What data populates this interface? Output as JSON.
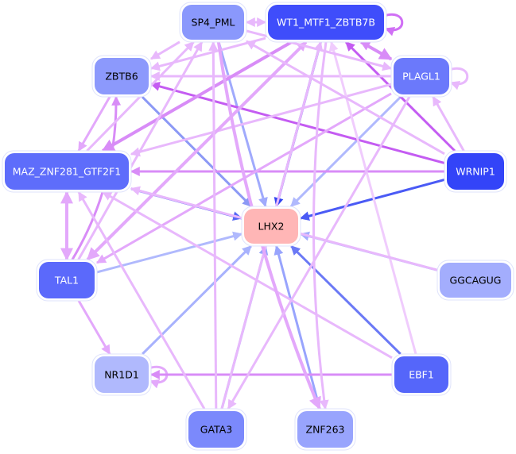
{
  "graph": {
    "title": "Regulatory network",
    "colors": {
      "target": "#ffb6b6",
      "edge_regulates_target": "blue-scale",
      "edge_between_regulators": "violet-scale"
    },
    "nodes": [
      {
        "id": "SP4_PML",
        "label": "SP4_PML",
        "fill": "#8a98fc",
        "text": "#000000"
      },
      {
        "id": "WT1_MTF1_ZBTB7B",
        "label": "WT1_MTF1_ZBTB7B",
        "fill": "#3f4dfb",
        "text": "#ffffff"
      },
      {
        "id": "ZBTB6",
        "label": "ZBTB6",
        "fill": "#8c99fc",
        "text": "#000000"
      },
      {
        "id": "PLAGL1",
        "label": "PLAGL1",
        "fill": "#6b79fb",
        "text": "#ffffff"
      },
      {
        "id": "MAZ_ZNF281_GTF2F1",
        "label": "MAZ_ZNF281_GTF2F1",
        "fill": "#5e6dfb",
        "text": "#ffffff"
      },
      {
        "id": "WRNIP1",
        "label": "WRNIP1",
        "fill": "#3344f8",
        "text": "#ffffff"
      },
      {
        "id": "LHX2",
        "label": "LHX2",
        "fill": "#ffb6b6",
        "text": "#000000"
      },
      {
        "id": "TAL1",
        "label": "TAL1",
        "fill": "#5b69fb",
        "text": "#ffffff"
      },
      {
        "id": "GGCAGUG",
        "label": "GGCAGUG",
        "fill": "#a3adfd",
        "text": "#000000"
      },
      {
        "id": "NR1D1",
        "label": "NR1D1",
        "fill": "#b0b9fd",
        "text": "#000000"
      },
      {
        "id": "EBF1",
        "label": "EBF1",
        "fill": "#5566fa",
        "text": "#ffffff"
      },
      {
        "id": "GATA3",
        "label": "GATA3",
        "fill": "#7b89fc",
        "text": "#000000"
      },
      {
        "id": "ZNF263",
        "label": "ZNF263",
        "fill": "#98a4fd",
        "text": "#000000"
      }
    ],
    "edges": [
      {
        "from": "WT1_MTF1_ZBTB7B",
        "to": "LHX2",
        "color": "#3344f0",
        "weight": 3
      },
      {
        "from": "SP4_PML",
        "to": "LHX2",
        "color": "#a0aafc",
        "weight": 3
      },
      {
        "from": "ZBTB6",
        "to": "LHX2",
        "color": "#8c99f5",
        "weight": 3
      },
      {
        "from": "PLAGL1",
        "to": "LHX2",
        "color": "#b0b9fd",
        "weight": 3
      },
      {
        "from": "MAZ_ZNF281_GTF2F1",
        "to": "LHX2",
        "color": "#5566f5",
        "weight": 3
      },
      {
        "from": "WRNIP1",
        "to": "LHX2",
        "color": "#4a5af5",
        "weight": 3
      },
      {
        "from": "TAL1",
        "to": "LHX2",
        "color": "#b0b9fd",
        "weight": 3
      },
      {
        "from": "GGCAGUG",
        "to": "LHX2",
        "color": "#a3adfd",
        "weight": 3
      },
      {
        "from": "NR1D1",
        "to": "LHX2",
        "color": "#a8b2fd",
        "weight": 3
      },
      {
        "from": "EBF1",
        "to": "LHX2",
        "color": "#6b79f5",
        "weight": 3
      },
      {
        "from": "GATA3",
        "to": "LHX2",
        "color": "#98a4fd",
        "weight": 3
      },
      {
        "from": "ZNF263",
        "to": "LHX2",
        "color": "#98a4fd",
        "weight": 3
      },
      {
        "from": "WT1_MTF1_ZBTB7B",
        "to": "WT1_MTF1_ZBTB7B",
        "color": "#d070f5",
        "weight": 3,
        "self": true
      },
      {
        "from": "PLAGL1",
        "to": "PLAGL1",
        "color": "#e8b8fc",
        "weight": 3,
        "self": true
      },
      {
        "from": "NR1D1",
        "to": "NR1D1",
        "color": "#e3a8fb",
        "weight": 3,
        "self": true
      },
      {
        "from": "WT1_MTF1_ZBTB7B",
        "to": "SP4_PML",
        "color": "#e8b8fc",
        "weight": 3
      },
      {
        "from": "SP4_PML",
        "to": "WT1_MTF1_ZBTB7B",
        "color": "#e8b8fc",
        "weight": 3
      },
      {
        "from": "WRNIP1",
        "to": "WT1_MTF1_ZBTB7B",
        "color": "#c45cf2",
        "weight": 3
      },
      {
        "from": "WT1_MTF1_ZBTB7B",
        "to": "PLAGL1",
        "color": "#d88cf7",
        "weight": 4
      },
      {
        "from": "PLAGL1",
        "to": "WT1_MTF1_ZBTB7B",
        "color": "#d88cf7",
        "weight": 3
      },
      {
        "from": "WRNIP1",
        "to": "ZBTB6",
        "color": "#c45cf2",
        "weight": 3
      },
      {
        "from": "PLAGL1",
        "to": "ZBTB6",
        "color": "#e8b8fc",
        "weight": 3
      },
      {
        "from": "PLAGL1",
        "to": "MAZ_ZNF281_GTF2F1",
        "color": "#e8b8fc",
        "weight": 3
      },
      {
        "from": "WRNIP1",
        "to": "MAZ_ZNF281_GTF2F1",
        "color": "#d88cf7",
        "weight": 3
      },
      {
        "from": "WRNIP1",
        "to": "PLAGL1",
        "color": "#e8b8fc",
        "weight": 3
      },
      {
        "from": "EBF1",
        "to": "NR1D1",
        "color": "#d88cf7",
        "weight": 3
      },
      {
        "from": "ZBTB6",
        "to": "MAZ_ZNF281_GTF2F1",
        "color": "#e3a8fb",
        "weight": 3
      },
      {
        "from": "MAZ_ZNF281_GTF2F1",
        "to": "TAL1",
        "color": "#e3a8fb",
        "weight": 4
      },
      {
        "from": "TAL1",
        "to": "MAZ_ZNF281_GTF2F1",
        "color": "#e3a8fb",
        "weight": 4
      },
      {
        "from": "TAL1",
        "to": "NR1D1",
        "color": "#e3a8fb",
        "weight": 3
      },
      {
        "from": "TAL1",
        "to": "ZBTB6",
        "color": "#d88cf7",
        "weight": 3,
        "curve": true
      },
      {
        "from": "WT1_MTF1_ZBTB7B",
        "to": "MAZ_ZNF281_GTF2F1",
        "color": "#d88cf7",
        "weight": 4
      },
      {
        "from": "WT1_MTF1_ZBTB7B",
        "to": "TAL1",
        "color": "#e3a8fb",
        "weight": 4
      },
      {
        "from": "TAL1",
        "to": "SP4_PML",
        "color": "#e8b8fc",
        "weight": 3
      },
      {
        "from": "MAZ_ZNF281_GTF2F1",
        "to": "SP4_PML",
        "color": "#e8b8fc",
        "weight": 3
      },
      {
        "from": "SP4_PML",
        "to": "ZBTB6",
        "color": "#e8b8fc",
        "weight": 3
      },
      {
        "from": "WT1_MTF1_ZBTB7B",
        "to": "ZBTB6",
        "color": "#e8b8fc",
        "weight": 3
      },
      {
        "from": "TAL1",
        "to": "WT1_MTF1_ZBTB7B",
        "color": "#e3a8fb",
        "weight": 3
      },
      {
        "from": "PLAGL1",
        "to": "TAL1",
        "color": "#e3a8fb",
        "weight": 3
      },
      {
        "from": "GATA3",
        "to": "MAZ_ZNF281_GTF2F1",
        "color": "#e8b8fc",
        "weight": 3
      },
      {
        "from": "GATA3",
        "to": "SP4_PML",
        "color": "#e8b8fc",
        "weight": 3
      },
      {
        "from": "GATA3",
        "to": "WT1_MTF1_ZBTB7B",
        "color": "#e8b8fc",
        "weight": 3
      },
      {
        "from": "EBF1",
        "to": "MAZ_ZNF281_GTF2F1",
        "color": "#e8b8fc",
        "weight": 3
      },
      {
        "from": "EBF1",
        "to": "WT1_MTF1_ZBTB7B",
        "color": "#f0ccfd",
        "weight": 3
      },
      {
        "from": "SP4_PML",
        "to": "ZNF263",
        "color": "#e3a8fb",
        "weight": 4,
        "curve": true
      },
      {
        "from": "WT1_MTF1_ZBTB7B",
        "to": "ZNF263",
        "color": "#e8b8fc",
        "weight": 3,
        "curve": true
      },
      {
        "from": "SP4_PML",
        "to": "PLAGL1",
        "color": "#e8b8fc",
        "weight": 3
      },
      {
        "from": "GGCAGUG",
        "to": "MAZ_ZNF281_GTF2F1",
        "color": "#e8b8fc",
        "weight": 3
      },
      {
        "from": "PLAGL1",
        "to": "GATA3",
        "color": "#e8b8fc",
        "weight": 3
      },
      {
        "from": "WRNIP1",
        "to": "SP4_PML",
        "color": "#e8b8fc",
        "weight": 3
      }
    ]
  }
}
